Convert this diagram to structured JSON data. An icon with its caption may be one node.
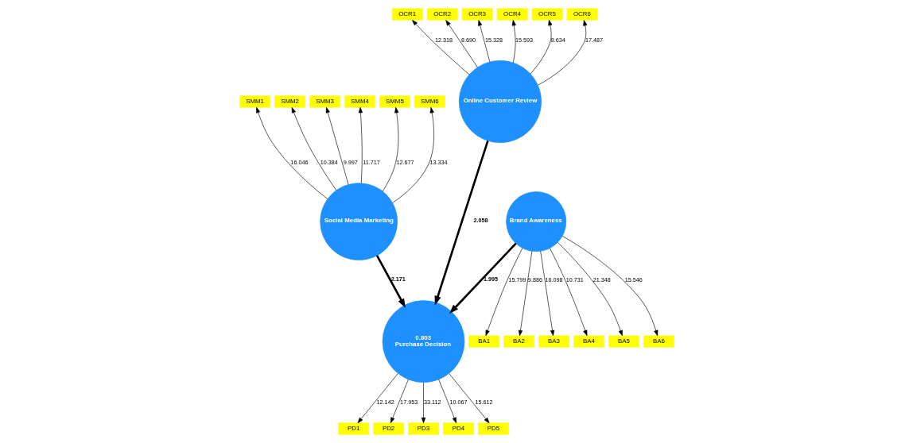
{
  "diagram": {
    "nodes": [
      {
        "text": [
          "Online Customer Review"
        ]
      },
      {
        "text": [
          "Social Media Marketing"
        ]
      },
      {
        "text": [
          "0.803",
          "Purchase Decision"
        ]
      },
      {
        "text": [
          "Brand Awareness"
        ]
      },
      {
        "text": [
          "OCR1"
        ]
      },
      {
        "text": [
          "OCR2"
        ]
      },
      {
        "text": [
          "OCR3"
        ]
      },
      {
        "text": [
          "OCR4"
        ]
      },
      {
        "text": [
          "OCR5"
        ]
      },
      {
        "text": [
          "OCR6"
        ]
      },
      {
        "text": [
          "SMM1"
        ]
      },
      {
        "text": [
          "SMM2"
        ]
      },
      {
        "text": [
          "SMM3"
        ]
      },
      {
        "text": [
          "SMM4"
        ]
      },
      {
        "text": [
          "SMM5"
        ]
      },
      {
        "text": [
          "SMM6"
        ]
      },
      {
        "text": [
          "PD1"
        ]
      },
      {
        "text": [
          "PD2"
        ]
      },
      {
        "text": [
          "PD3"
        ]
      },
      {
        "text": [
          "PD4"
        ]
      },
      {
        "text": [
          "PD5"
        ]
      },
      {
        "text": [
          "BA1"
        ]
      },
      {
        "text": [
          "BA2"
        ]
      },
      {
        "text": [
          "BA3"
        ]
      },
      {
        "text": [
          "BA4"
        ]
      },
      {
        "text": [
          "BA5"
        ]
      },
      {
        "text": [
          "BA6"
        ]
      }
    ],
    "edges": [
      {
        "from": 0,
        "to": 4,
        "arrow": "to",
        "label": "12.318"
      },
      {
        "from": 0,
        "to": 5,
        "arrow": "to",
        "label": "8.690"
      },
      {
        "from": 0,
        "to": 6,
        "arrow": "to",
        "label": "15.328"
      },
      {
        "from": 0,
        "to": 7,
        "arrow": "to",
        "label": "15.593"
      },
      {
        "from": 0,
        "to": 8,
        "arrow": "to",
        "label": "8.634"
      },
      {
        "from": 0,
        "to": 9,
        "arrow": "to",
        "label": "17.487"
      },
      {
        "from": 1,
        "to": 10,
        "arrow": "to",
        "label": "16.046"
      },
      {
        "from": 1,
        "to": 11,
        "arrow": "to",
        "label": "10.384"
      },
      {
        "from": 1,
        "to": 12,
        "arrow": "to",
        "label": "9.997"
      },
      {
        "from": 1,
        "to": 13,
        "arrow": "to",
        "label": "11.717"
      },
      {
        "from": 1,
        "to": 14,
        "arrow": "to",
        "label": "12.677"
      },
      {
        "from": 1,
        "to": 15,
        "arrow": "to",
        "label": "13.334"
      },
      {
        "from": 0,
        "to": 2,
        "arrow": "to",
        "label": "2.058",
        "style": "thick"
      },
      {
        "from": 1,
        "to": 2,
        "arrow": "to",
        "label": "2.171",
        "style": "thick"
      },
      {
        "from": 3,
        "to": 2,
        "arrow": "to",
        "label": "1.995",
        "style": "thick"
      },
      {
        "from": 2,
        "to": 16,
        "arrow": "to",
        "label": "12.142"
      },
      {
        "from": 2,
        "to": 17,
        "arrow": "to",
        "label": "17.953"
      },
      {
        "from": 2,
        "to": 18,
        "arrow": "to",
        "label": "33.112"
      },
      {
        "from": 2,
        "to": 19,
        "arrow": "to",
        "label": "10.067"
      },
      {
        "from": 2,
        "to": 20,
        "arrow": "to",
        "label": "15.612"
      },
      {
        "from": 3,
        "to": 21,
        "arrow": "to",
        "label": "15.799"
      },
      {
        "from": 3,
        "to": 22,
        "arrow": "to",
        "label": "9.886"
      },
      {
        "from": 3,
        "to": 23,
        "arrow": "to",
        "label": "16.098"
      },
      {
        "from": 3,
        "to": 24,
        "arrow": "to",
        "label": "10.731"
      },
      {
        "from": 3,
        "to": 25,
        "arrow": "to",
        "label": "21.348"
      },
      {
        "from": 3,
        "to": 26,
        "arrow": "to",
        "label": "15.546"
      }
    ]
  }
}
